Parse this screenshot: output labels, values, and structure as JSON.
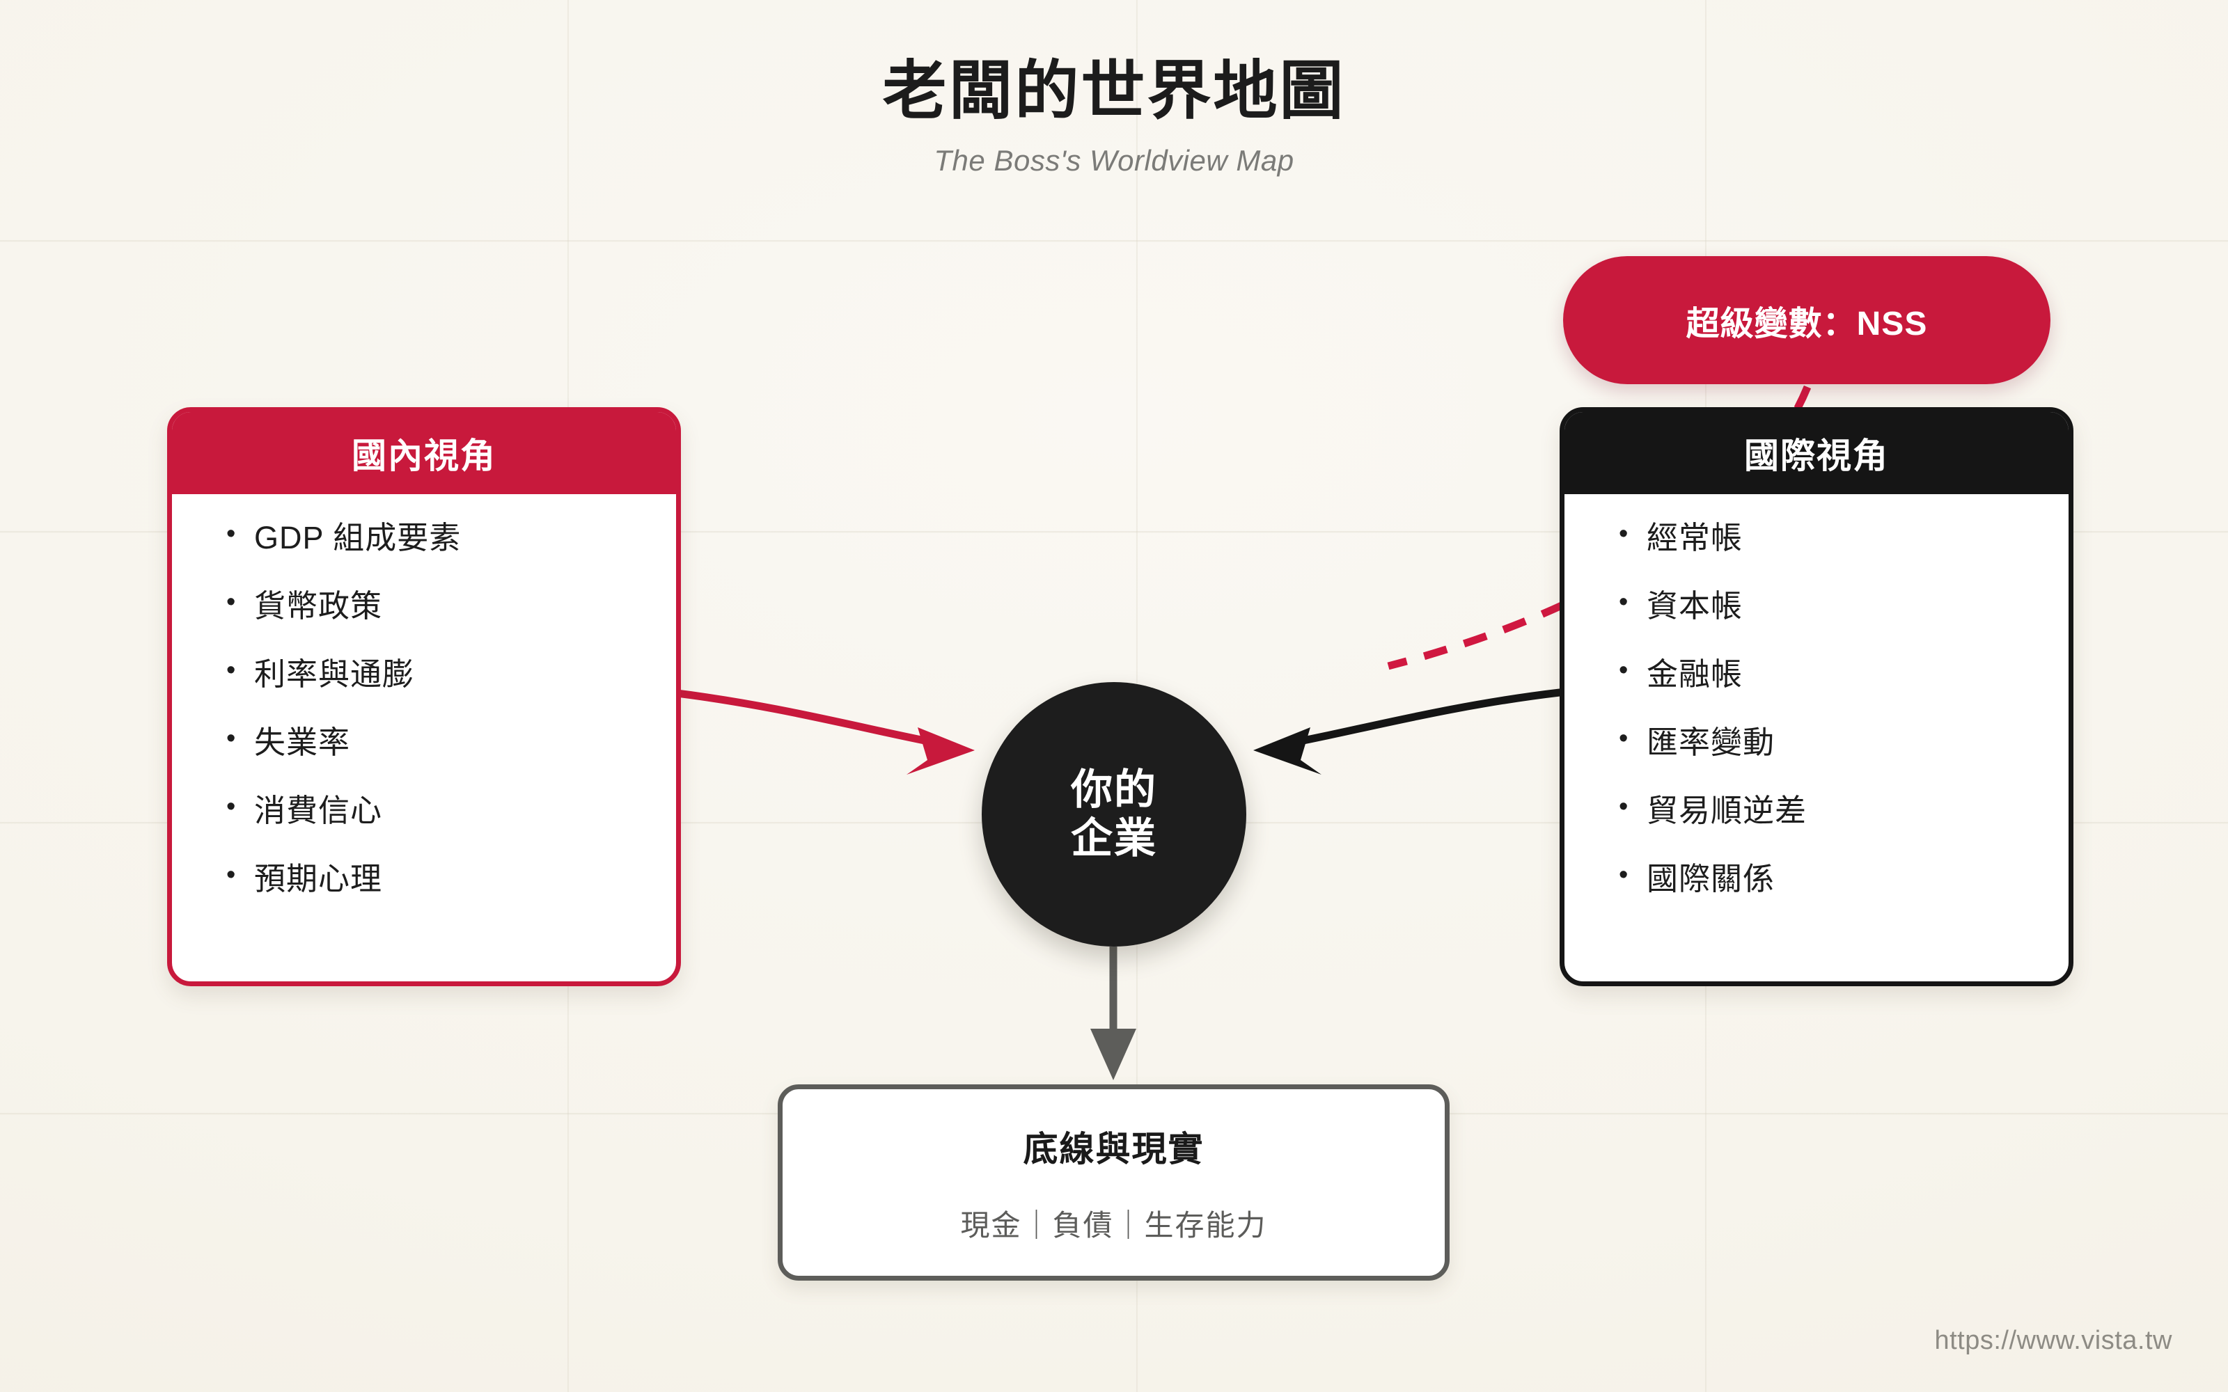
{
  "header": {
    "title": "老闆的世界地圖",
    "subtitle": "The Boss's Worldview Map"
  },
  "colors": {
    "background": "#f8f6f0",
    "accent_red": "#c8193c",
    "accent_black": "#151515",
    "gray_arrow": "#5d5d5a",
    "muted_text": "#7b7b78"
  },
  "domestic_card": {
    "title": "國內視角",
    "items": [
      "GDP 組成要素",
      "貨幣政策",
      "利率與通膨",
      "失業率",
      "消費信心",
      "預期心理"
    ]
  },
  "international_card": {
    "title": "國際視角",
    "items": [
      "經常帳",
      "資本帳",
      "金融帳",
      "匯率變動",
      "貿易順逆差",
      "國際關係"
    ]
  },
  "nss_badge": {
    "label": "超級變數：NSS"
  },
  "center_node": {
    "line1": "你的",
    "line2": "企業"
  },
  "bottom_box": {
    "title": "底線與現實",
    "subtitle": "現金｜負債｜生存能力"
  },
  "footer": {
    "url": "https://www.vista.tw"
  }
}
